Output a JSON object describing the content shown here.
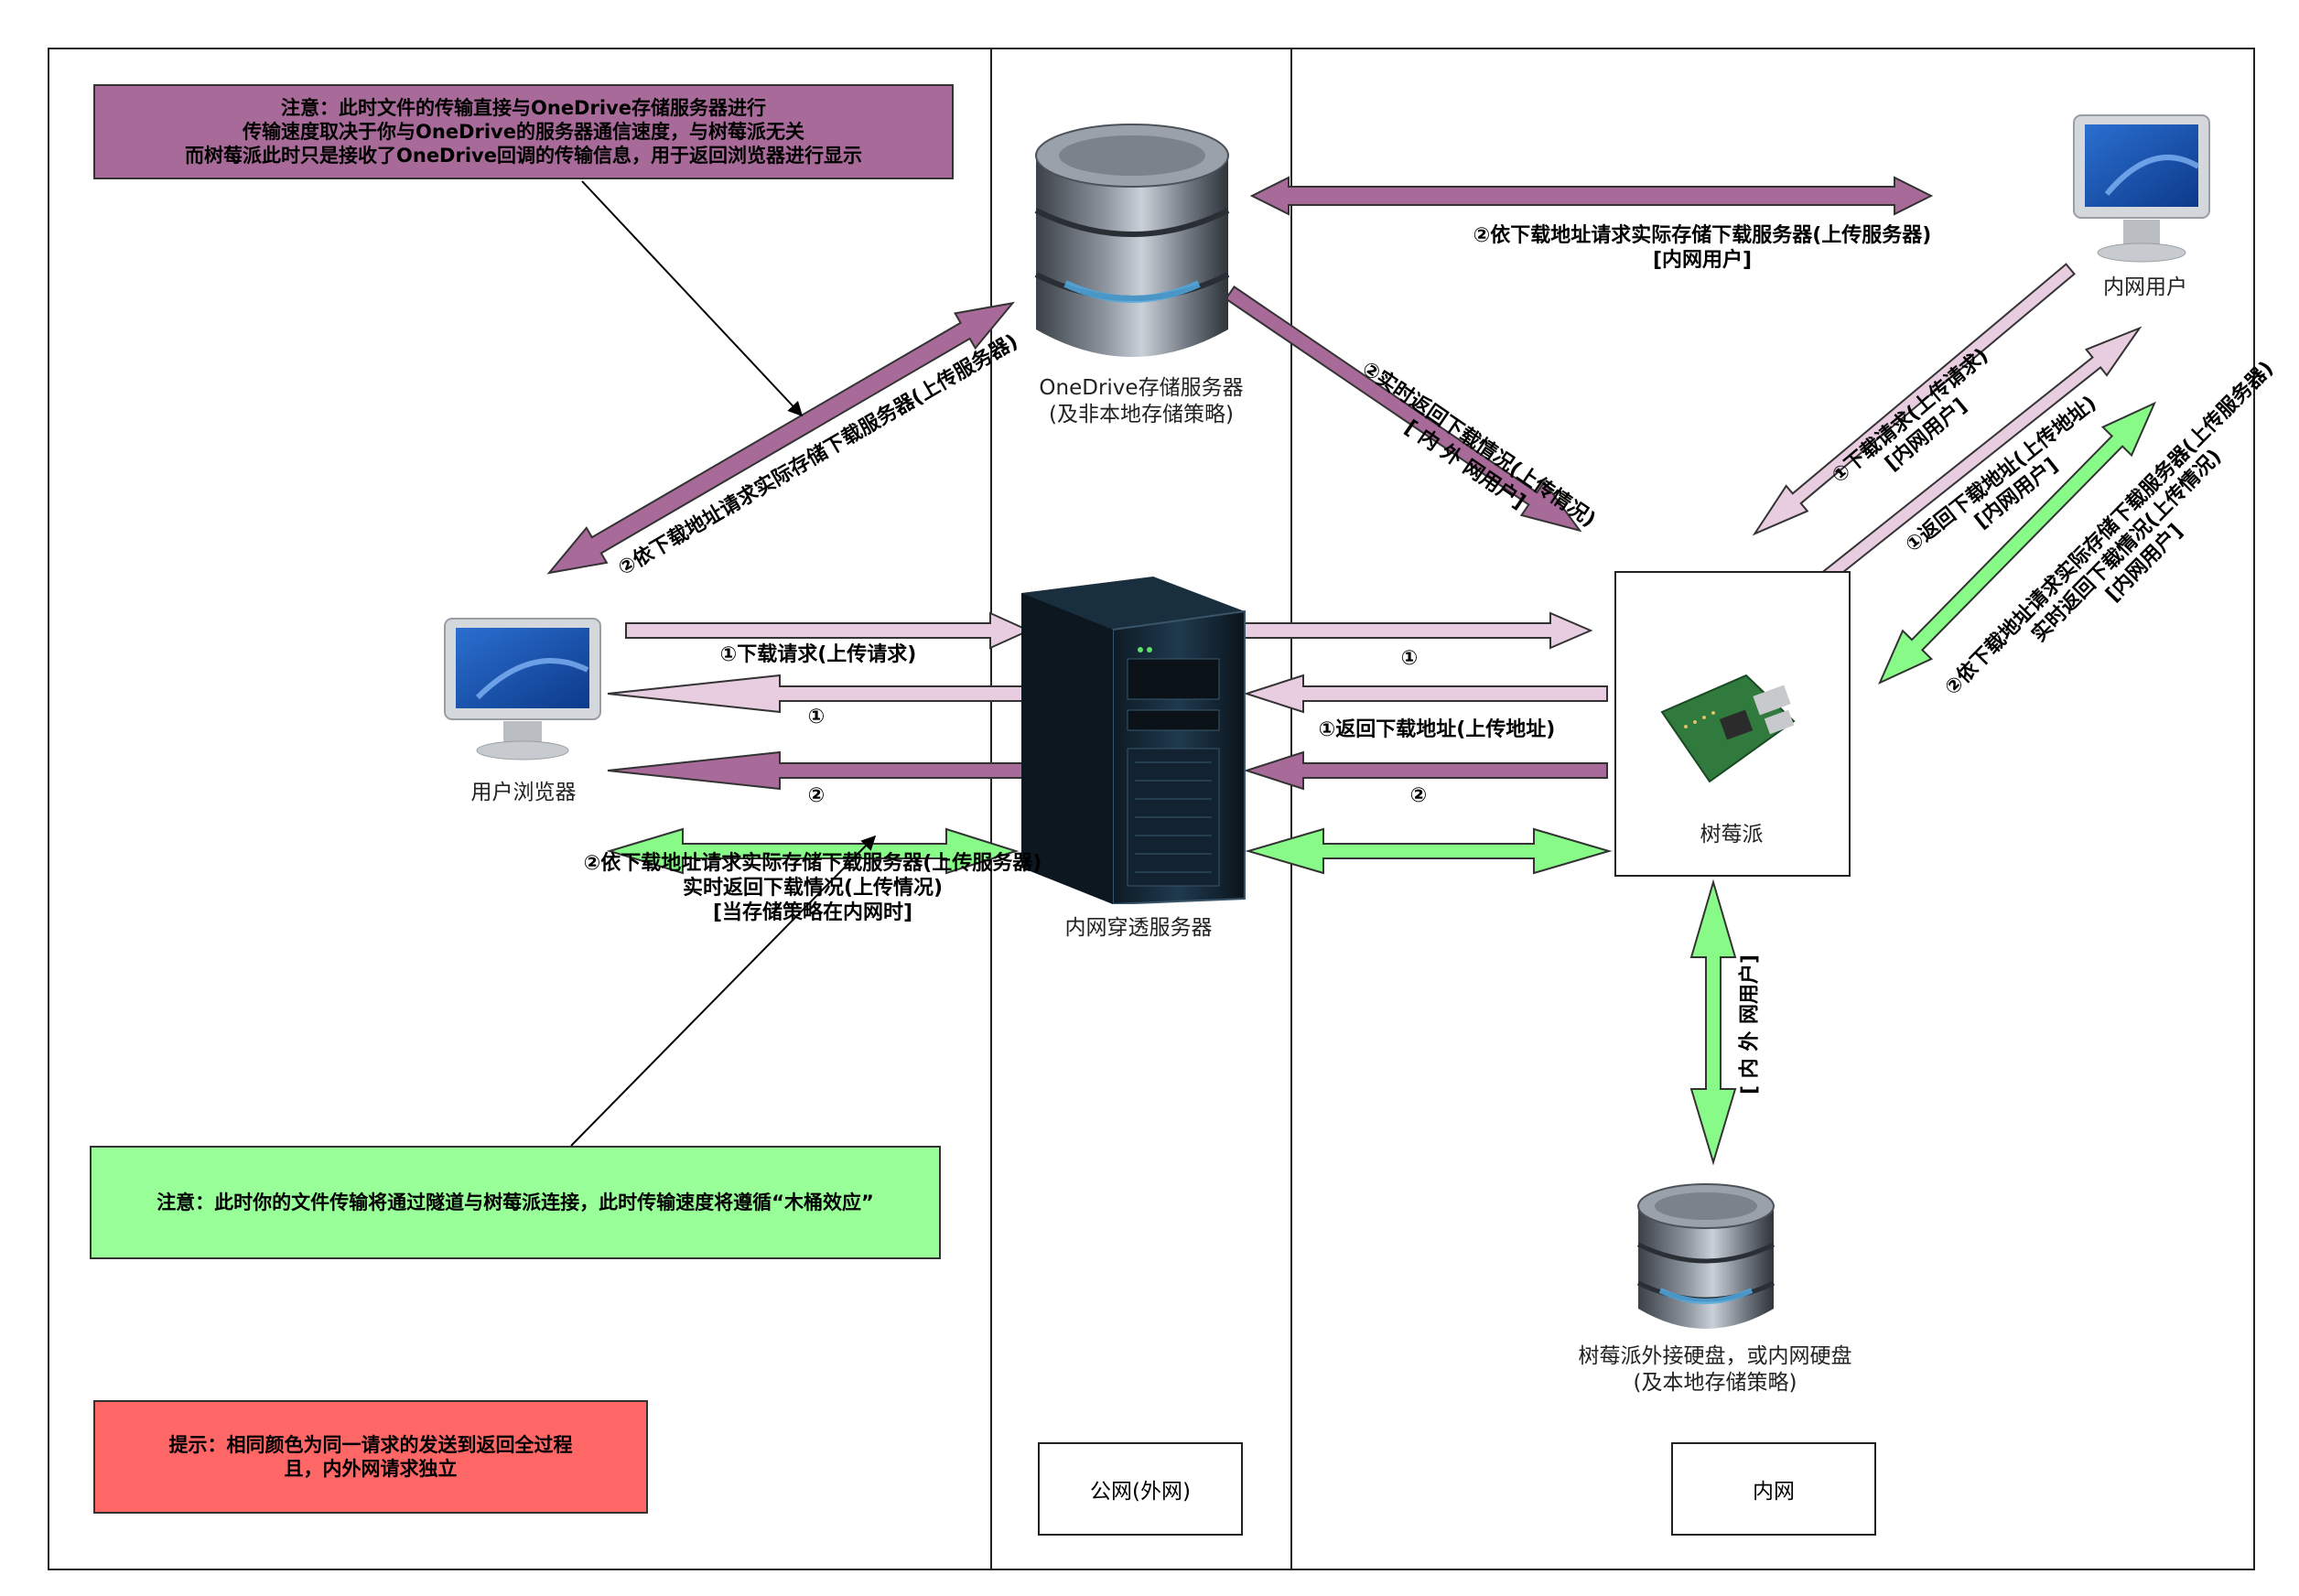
{
  "zones": {
    "public_label": "公网(外网)",
    "intranet_label": "内网"
  },
  "notes": {
    "onedrive_note": "注意：此时文件的传输直接与OneDrive存储服务器进行\n传输速度取决于你与OneDrive的服务器通信速度，与树莓派无关\n而树莓派此时只是接收了OneDrive回调的传输信息，用于返回浏览器进行显示",
    "tunnel_note": "注意：此时你的文件传输将通过隧道与树莓派连接，此时传输速度将遵循“木桶效应”",
    "hint_note": "提示：相同颜色为同一请求的发送到返回全过程\n且，内外网请求独立"
  },
  "nodes": {
    "onedrive": "OneDrive存储服务器\n(及非本地存储策略)",
    "intranet_user": "内网用户",
    "browser": "用户浏览器",
    "tunnel": "内网穿透服务器",
    "raspberry": "树莓派",
    "disk": "树莓派外接硬盘，或内网硬盘\n(及本地存储策略)"
  },
  "edges": {
    "onedrive_intranet": "②依下载地址请求实际存储下载服务器(上传服务器)\n[内网用户]",
    "browser_onedrive": "②依下载地址请求实际存储下载服务器(上传服务器)",
    "onedrive_raspberry": "②实时返回下载情况(上传情况)\n[ 内 外 网用户]",
    "intranet_req": "①下载请求(上传请求)\n[内网用户]",
    "intranet_ret": "①返回下载地址(上传地址)\n[内网用户]",
    "intranet_green": "②依下载地址请求实际存储下载服务器(上传服务器)\n实时返回下载情况(上传情况)\n[内网用户]",
    "browser_req": "①下载请求(上传请求)",
    "browser_ret1": "①",
    "browser_ret2": "②",
    "browser_green": "②依下载地址请求实际存储下载服务器(上传服务器)\n实时返回下载情况(上传情况)\n[当存储策略在内网时]",
    "tunnel_pi_1": "①",
    "tunnel_pi_ret": "①返回下载地址(上传地址)",
    "tunnel_pi_2": "②",
    "pi_disk": "[ 内 外 网用户]"
  },
  "colors": {
    "purple": "#a86a98",
    "pink": "#e8cce0",
    "green": "#88fa88",
    "note_purple": "#a86a98",
    "note_green": "#99ff99",
    "note_red": "#ff6666"
  }
}
